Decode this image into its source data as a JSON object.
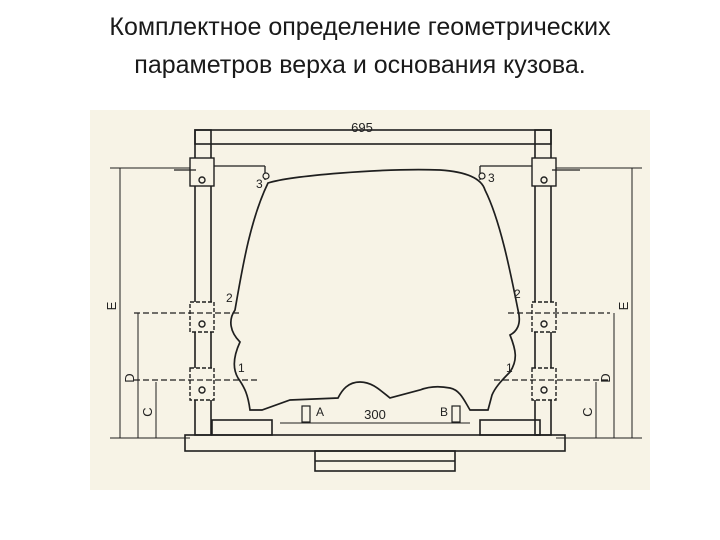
{
  "slide": {
    "title_line1": "Комплектное определение геометрических",
    "title_line2": "параметров верха и основания кузова."
  },
  "diagram": {
    "dimension_top": "695",
    "dimension_bottom": "300",
    "labels": {
      "E": "E",
      "D": "D",
      "C": "C",
      "point_1": "1",
      "point_2": "2",
      "point_3": "3",
      "point_A": "A",
      "point_B": "B"
    },
    "colors": {
      "line": "#1f1f1f",
      "paper": "#f7f3e6"
    }
  }
}
